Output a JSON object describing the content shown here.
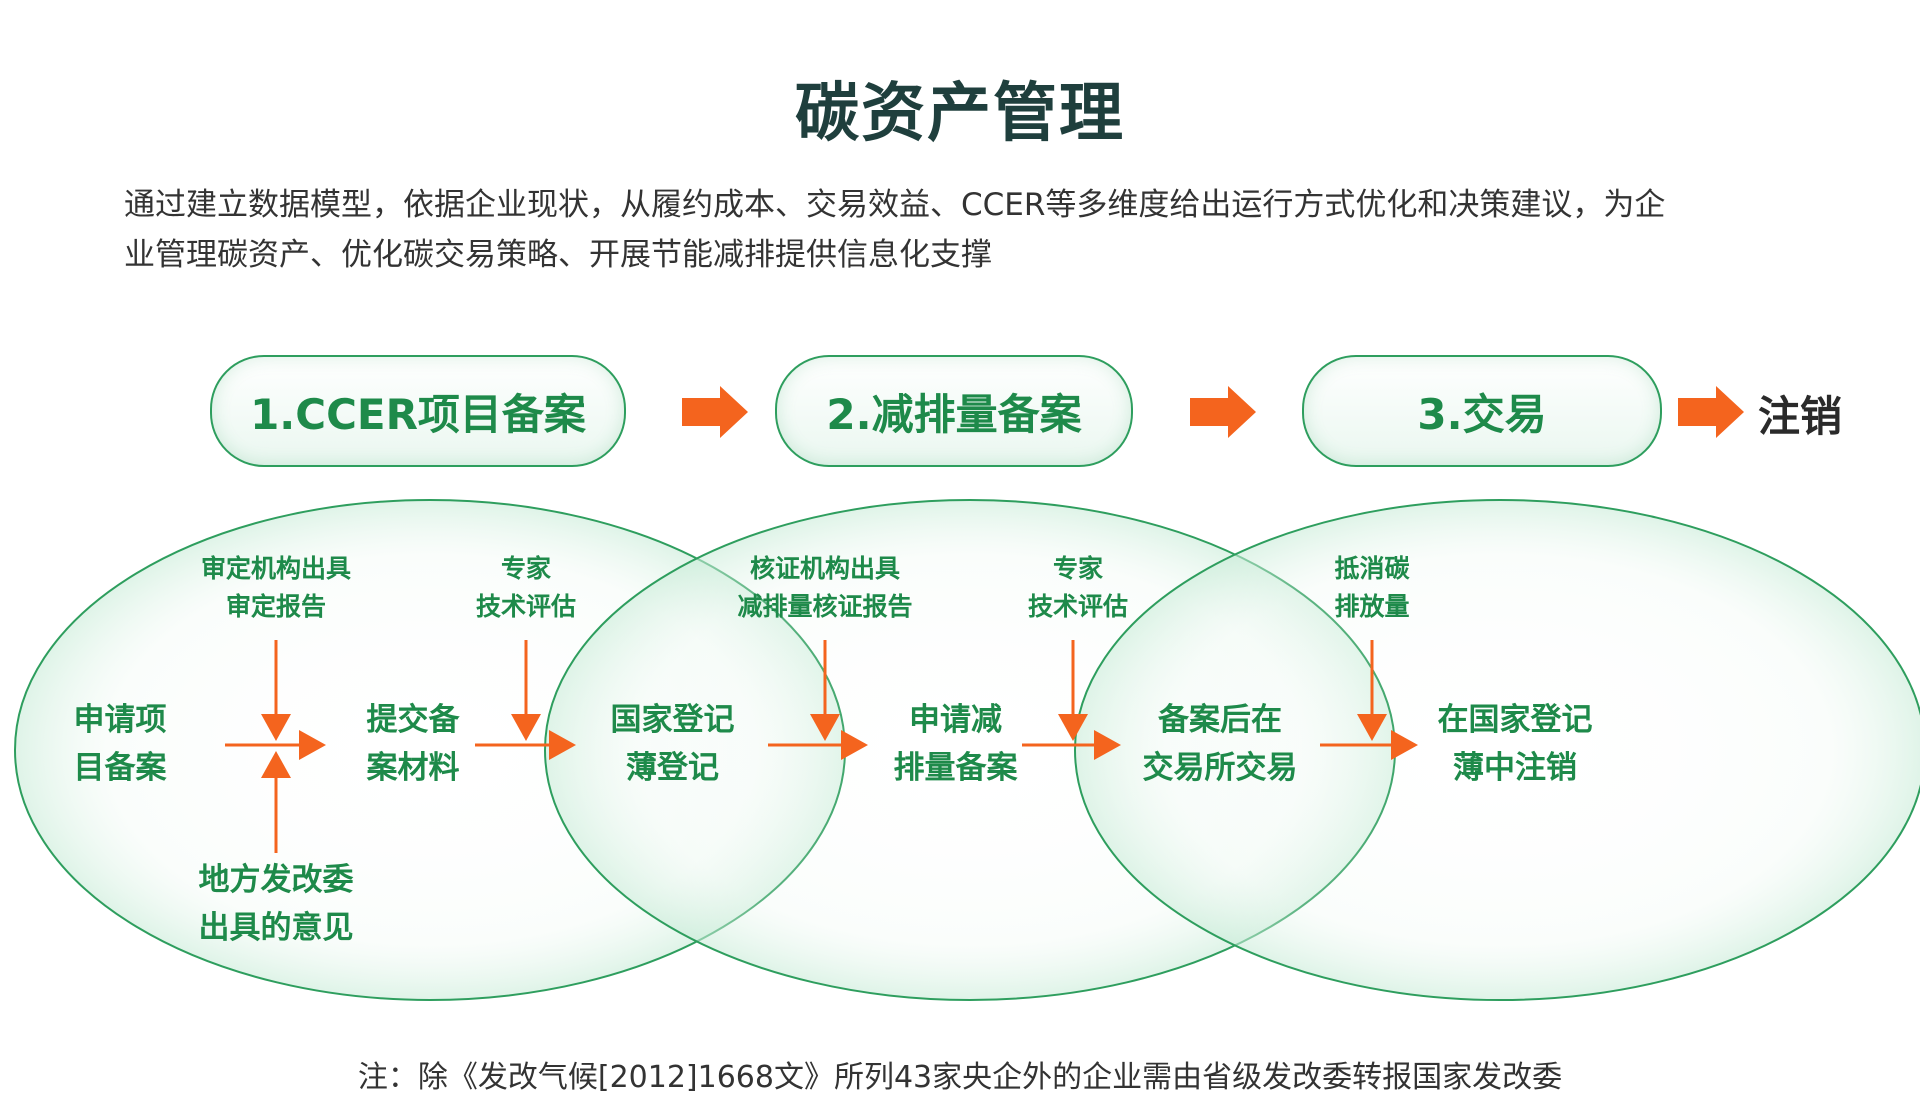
{
  "title": "碳资产管理",
  "description": [
    "通过建立数据模型，依据企业现状，从履约成本、交易效益、CCER等多维度给出运行方式优化和决策建议，为企",
    "业管理碳资产、优化碳交易策略、开展节能减排提供信息化支撑"
  ],
  "stages": [
    {
      "label": "1.CCER项目备案"
    },
    {
      "label": "2.减排量备案"
    },
    {
      "label": "3.交易"
    }
  ],
  "final_stage": "注销",
  "nodes": [
    {
      "lines": [
        "申请项",
        "目备案"
      ]
    },
    {
      "lines": [
        "提交备",
        "案材料"
      ]
    },
    {
      "lines": [
        "国家登记",
        "薄登记"
      ]
    },
    {
      "lines": [
        "申请减",
        "排量备案"
      ]
    },
    {
      "lines": [
        "备案后在",
        "交易所交易"
      ]
    },
    {
      "lines": [
        "在国家登记",
        "薄中注销"
      ]
    }
  ],
  "annotations": [
    {
      "lines": [
        "审定机构出具",
        "审定报告"
      ]
    },
    {
      "lines": [
        "专家",
        "技术评估"
      ]
    },
    {
      "lines": [
        "核证机构出具",
        "减排量核证报告"
      ]
    },
    {
      "lines": [
        "专家",
        "技术评估"
      ]
    },
    {
      "lines": [
        "抵消碳",
        "排放量"
      ]
    },
    {
      "lines": [
        "地方发改委",
        "出具的意见"
      ]
    }
  ],
  "note": "注：除《发改气候[2012]1668文》所列43家央企外的企业需由省级发改委转报国家发改委",
  "colors": {
    "green": "#1e8a4a",
    "orange": "#f4641e",
    "ellipse_stroke": "#2e9e5e",
    "title": "#1f3f3d"
  }
}
